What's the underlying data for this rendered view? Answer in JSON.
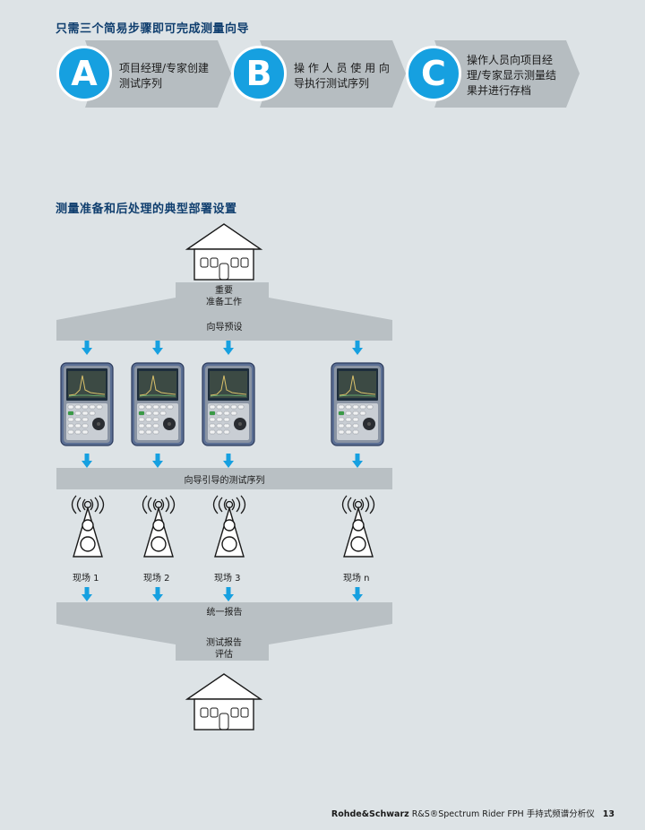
{
  "section1": {
    "title": "只需三个简易步骤即可完成测量向导",
    "steps": [
      {
        "letter": "A",
        "text_line1": "项目经理/专家创建",
        "text_line2": "测试序列",
        "text_line3": ""
      },
      {
        "letter": "B",
        "text_line1": "操 作 人 员 使 用 向",
        "text_line2": "导执行测试序列",
        "text_line3": ""
      },
      {
        "letter": "C",
        "text_line1": "操作人员向项目经",
        "text_line2": "理/专家显示测量结",
        "text_line3": "果并进行存档"
      }
    ]
  },
  "section2": {
    "title": "测量准备和后处理的典型部署设置",
    "prep_line1": "重要",
    "prep_line2": "准备工作",
    "wizard_preset": "向导预设",
    "guided_sequence": "向导引导的测试序列",
    "unified_report": "统一报告",
    "eval_line1": "测试报告",
    "eval_line2": "评估",
    "sites": [
      "现场  1",
      "现场  2",
      "现场  3",
      "现场  n"
    ]
  },
  "colors": {
    "background": "#dde3e6",
    "accent": "#16a0e0",
    "title": "#0f3e6e",
    "bar": "#b9c0c4"
  },
  "footer": {
    "brand": "Rohde&Schwarz",
    "product": "R&S®Spectrum Rider FPH  手持式频谱分析仪",
    "page": "13"
  }
}
